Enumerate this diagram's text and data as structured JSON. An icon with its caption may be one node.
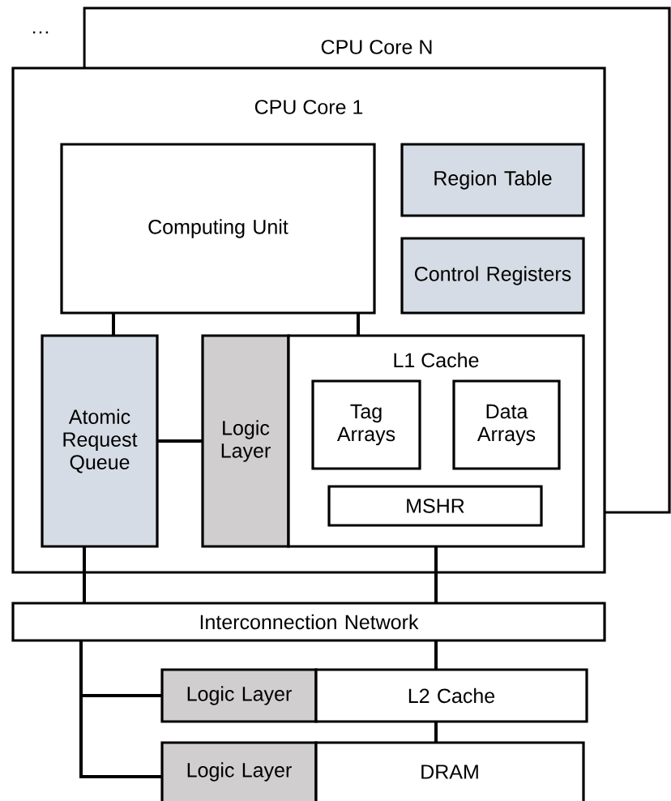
{
  "diagram": {
    "nodes": [
      {
        "text": [
          "CPU Core N"
        ]
      },
      {
        "text": [
          "CPU Core 1"
        ]
      },
      {
        "text": [
          "Computing Unit"
        ],
        "in": 1
      },
      {
        "text": [
          "Region Table"
        ],
        "in": 1
      },
      {
        "text": [
          "Control Registers"
        ],
        "in": 1
      },
      {
        "text": [
          "Atomic Request Queue"
        ],
        "in": 1
      },
      {
        "text": [
          "Logic Layer"
        ],
        "in": 1
      },
      {
        "text": [
          "L1 Cache"
        ],
        "in": 1
      },
      {
        "text": [
          "Tag Arrays"
        ],
        "in": 7
      },
      {
        "text": [
          "Data Arrays"
        ],
        "in": 7
      },
      {
        "text": [
          "MSHR"
        ],
        "in": 7
      },
      {
        "text": [
          "Interconnection Network"
        ]
      },
      {
        "text": [
          "Logic Layer"
        ]
      },
      {
        "text": [
          "L2 Cache"
        ]
      },
      {
        "text": [
          "Logic Layer"
        ]
      },
      {
        "text": [
          "DRAM"
        ]
      }
    ],
    "edges": [
      {
        "from": 2,
        "to": 5,
        "arrow": "none"
      },
      {
        "from": 2,
        "to": 7,
        "arrow": "none"
      },
      {
        "from": 5,
        "to": 6,
        "arrow": "none"
      },
      {
        "from": 5,
        "to": 11,
        "arrow": "none"
      },
      {
        "from": 7,
        "to": 11,
        "arrow": "none"
      },
      {
        "from": 11,
        "to": 12,
        "arrow": "none"
      },
      {
        "from": 11,
        "to": 14,
        "arrow": "none"
      },
      {
        "from": 11,
        "to": 13,
        "arrow": "none"
      },
      {
        "from": 13,
        "to": 15,
        "arrow": "none"
      }
    ],
    "labels": [
      "…"
    ]
  }
}
